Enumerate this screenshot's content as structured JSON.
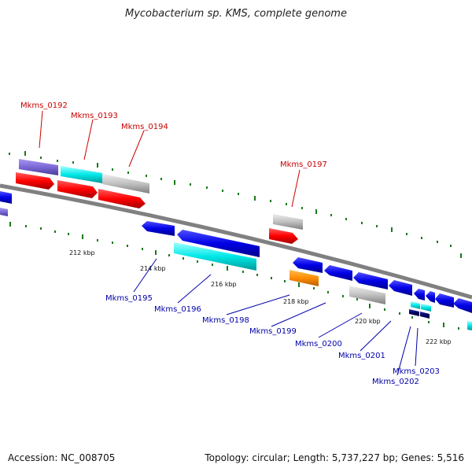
{
  "title": "Mycobacterium sp. KMS, complete genome",
  "accession_label": "Accession: NC_008705",
  "summary_label": "Topology: circular; Length: 5,737,227 bp; Genes: 5,516",
  "colors": {
    "backbone": "#808080",
    "tick": "#1a7a1a",
    "label_top": "#cc0000",
    "label_bottom": "#0000aa",
    "red": "#ff0000",
    "blue": "#0000e6",
    "cyan": "#00e8e8",
    "grey": "#c0c0c0",
    "lavender": "#7b68d6",
    "orange": "#ff8c00",
    "navy": "#000066"
  },
  "kbp_labels": [
    "212 kbp",
    "214 kbp",
    "216 kbp",
    "218 kbp",
    "220 kbp",
    "222 kbp"
  ],
  "gene_labels_top": [
    "Mkms_0192",
    "Mkms_0193",
    "Mkms_0194",
    "Mkms_0197"
  ],
  "gene_labels_bottom": [
    "Mkms_0195",
    "Mkms_0196",
    "Mkms_0198",
    "Mkms_0199",
    "Mkms_0200",
    "Mkms_0201",
    "Mkms_0203",
    "Mkms_0202"
  ]
}
